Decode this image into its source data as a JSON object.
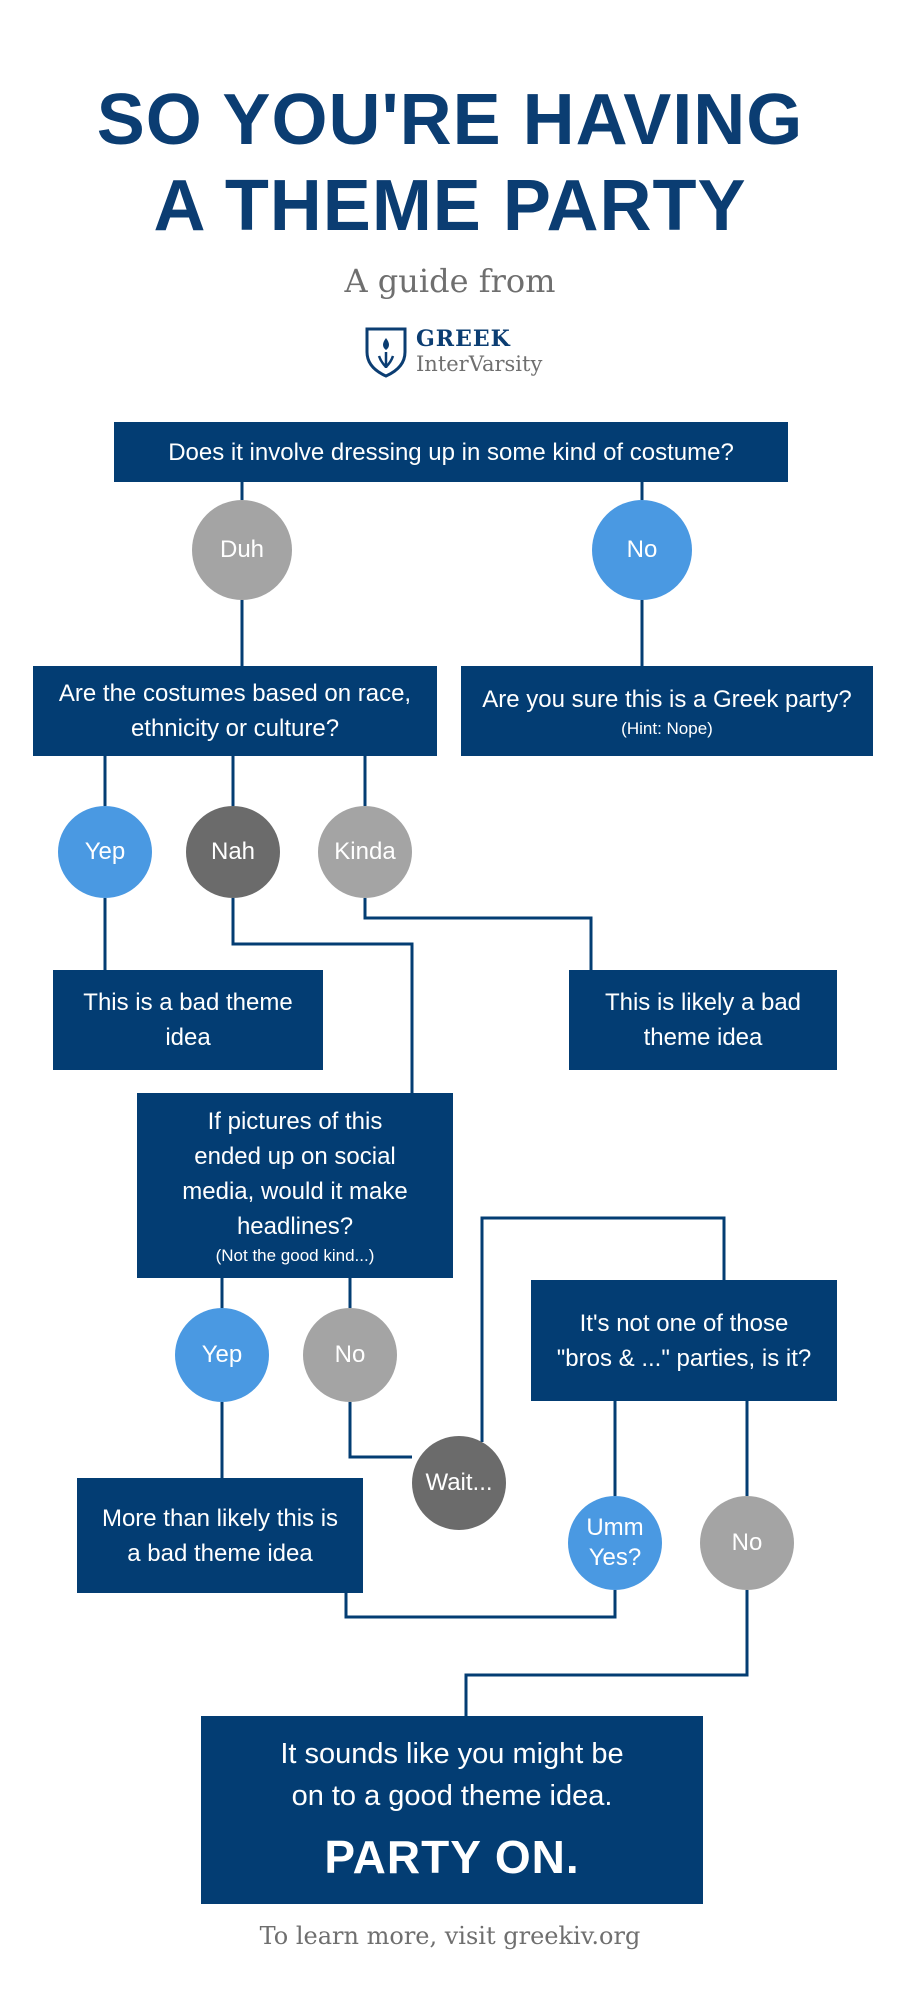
{
  "header": {
    "title_line1": "SO YOU'RE HAVING",
    "title_line2": "A THEME PARTY",
    "subtitle": "A guide from",
    "logo_line1": "GREEK",
    "logo_line2": "InterVarsity"
  },
  "nodes": {
    "q_costume": "Does it involve dressing up in some kind of costume?",
    "a_duh": "Duh",
    "a_no1": "No",
    "q_race_line1": "Are the costumes based on race,",
    "q_race_line2": "ethnicity or culture?",
    "q_greek": "Are you sure this is a Greek party?",
    "q_greek_hint": "(Hint: Nope)",
    "a_yep1": "Yep",
    "a_nah": "Nah",
    "a_kinda": "Kinda",
    "r_bad_line1": "This is a bad theme",
    "r_bad_line2": "idea",
    "r_likely_line1": "This is likely a bad",
    "r_likely_line2": "theme idea",
    "q_social_line1": "If pictures of this",
    "q_social_line2": "ended up on social",
    "q_social_line3": "media, would it make",
    "q_social_line4": "headlines?",
    "q_social_hint": "(Not the good kind...)",
    "q_bros_line1": "It's not one of those",
    "q_bros_line2": "\"bros & ...\" parties, is it?",
    "a_yep2": "Yep",
    "a_no2": "No",
    "a_wait": "Wait...",
    "a_umm_line1": "Umm",
    "a_umm_line2": "Yes?",
    "a_no3": "No",
    "r_more_line1": "More than likely this is",
    "r_more_line2": "a bad theme idea",
    "final_line1": "It sounds like you might be",
    "final_line2": "on to a good theme idea.",
    "final_big": "PARTY ON."
  },
  "footer": "To learn more, visit greekiv.org",
  "colors": {
    "navy": "#033d73",
    "blue": "#4a99e2",
    "light_gray": "#a4a4a4",
    "dark_gray": "#6b6b6b"
  }
}
